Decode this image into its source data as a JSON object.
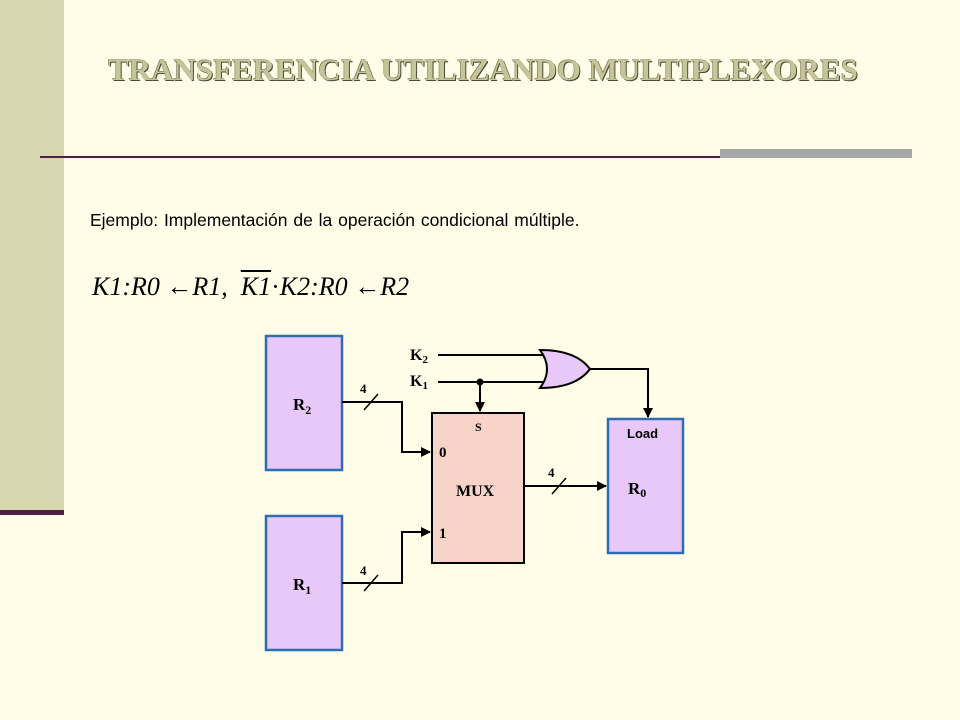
{
  "slide": {
    "title": "TRANSFERENCIA UTILIZANDO MULTIPLEXORES",
    "example_text": "Ejemplo: Implementación de la operación condicional múltiple.",
    "formula": {
      "part1_k": "K1",
      "part1_rest": ":R0",
      "arrow": "←",
      "part1_src": "R1,",
      "part2_k1": "K1",
      "part2_dot": "·",
      "part2_k2": "K2",
      "part2_rest": ":R0",
      "part2_src": "R2"
    }
  },
  "diagram": {
    "register_r2": {
      "name": "R",
      "sub": "2"
    },
    "register_r1": {
      "name": "R",
      "sub": "1"
    },
    "register_r0": {
      "name": "R",
      "sub": "0",
      "load_label": "Load"
    },
    "mux": {
      "label": "MUX",
      "select_label": "S",
      "input0": "0",
      "input1": "1"
    },
    "signal_k2": {
      "name": "K",
      "sub": "2"
    },
    "signal_k1": {
      "name": "K",
      "sub": "1"
    },
    "bus_width_r2": "4",
    "bus_width_r1": "4",
    "bus_width_out": "4",
    "colors": {
      "register_fill": "#e8c8f8",
      "register_border": "#2e6db4",
      "mux_fill": "#f8d4c8",
      "wire": "#000000"
    }
  }
}
